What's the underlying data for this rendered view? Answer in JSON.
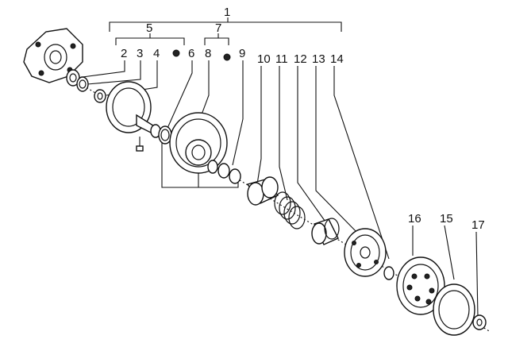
{
  "diagram": {
    "labels": {
      "n1": "1",
      "n2": "2",
      "n3": "3",
      "n4": "4",
      "n5": "5",
      "n6": "6",
      "n7": "7",
      "n8": "8",
      "n9": "9",
      "n10": "10",
      "n11": "11",
      "n12": "12",
      "n13": "13",
      "n14": "14",
      "n15": "15",
      "n16": "16",
      "n17": "17"
    }
  }
}
